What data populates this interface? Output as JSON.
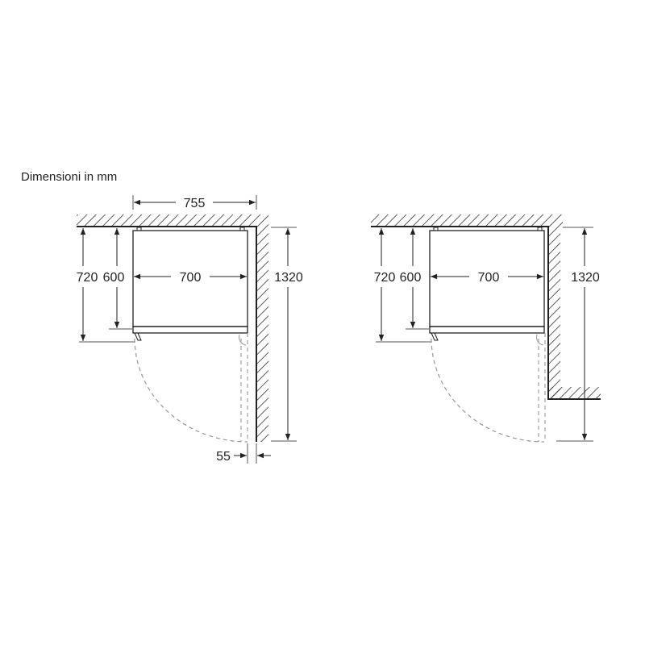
{
  "title": "Dimensioni in mm",
  "diagrams": [
    {
      "id": "left-installation",
      "dimensions": {
        "overall_width": "755",
        "cabinet_width": "700",
        "depth_with_door": "720",
        "cabinet_depth": "600",
        "door_open_depth": "1320",
        "wall_clearance": "55"
      }
    },
    {
      "id": "right-installation",
      "dimensions": {
        "cabinet_width": "700",
        "depth_with_door": "720",
        "cabinet_depth": "600",
        "door_open_depth": "1320"
      }
    }
  ],
  "colors": {
    "line": "#222222",
    "dim_line": "#555555",
    "dashed": "#999999"
  }
}
